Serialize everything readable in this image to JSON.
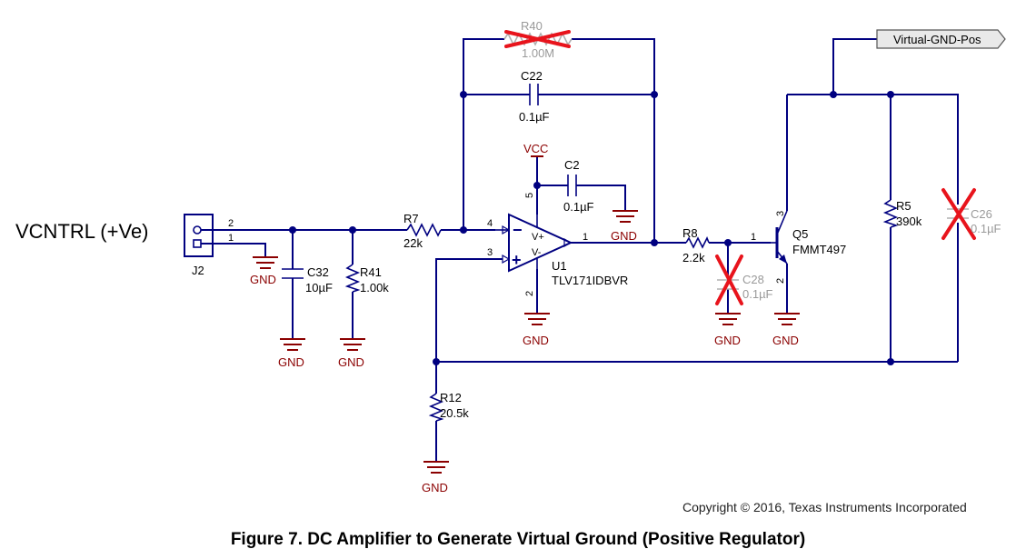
{
  "labels": {
    "vctrl": "VCNTRL (+Ve)",
    "j2": "J2",
    "j2_pin2": "2",
    "j2_pin1": "1",
    "gnd": "GND",
    "vcc": "VCC",
    "c32_ref": "C32",
    "c32_val": "10µF",
    "r41_ref": "R41",
    "r41_val": "1.00k",
    "r7_ref": "R7",
    "r7_val": "22k",
    "r40_ref": "R40",
    "r40_val": "1.00M",
    "c22_ref": "C22",
    "c22_val": "0.1µF",
    "c2_ref": "C2",
    "c2_val": "0.1µF",
    "u1_ref": "U1",
    "u1_val": "TLV171IDBVR",
    "u1_pin4": "4",
    "u1_pin3": "3",
    "u1_pin5": "5",
    "u1_pin2": "2",
    "u1_pin1": "1",
    "u1_vplus": "V+",
    "u1_vminus": "V-",
    "u1_minus": "−",
    "u1_plus": "+",
    "r8_ref": "R8",
    "r8_val": "2.2k",
    "c28_ref": "C28",
    "c28_val": "0.1µF",
    "q5_ref": "Q5",
    "q5_val": "FMMT497",
    "q5_pin1": "1",
    "q5_pin3": "3",
    "q5_pin2": "2",
    "r5_ref": "R5",
    "r5_val": "390k",
    "c26_ref": "C26",
    "c26_val": "0.1µF",
    "r12_ref": "R12",
    "r12_val": "20.5k",
    "net_virtual": "Virtual-GND-Pos"
  },
  "copyright": "Copyright © 2016, Texas Instruments Incorporated",
  "caption": "Figure 7. DC Amplifier to Generate Virtual Ground (Positive Regulator)",
  "colors": {
    "wire": "#000080",
    "ground": "#8b0000",
    "removed_mark": "#e8141c",
    "removed_part": "#b0b0b0"
  }
}
